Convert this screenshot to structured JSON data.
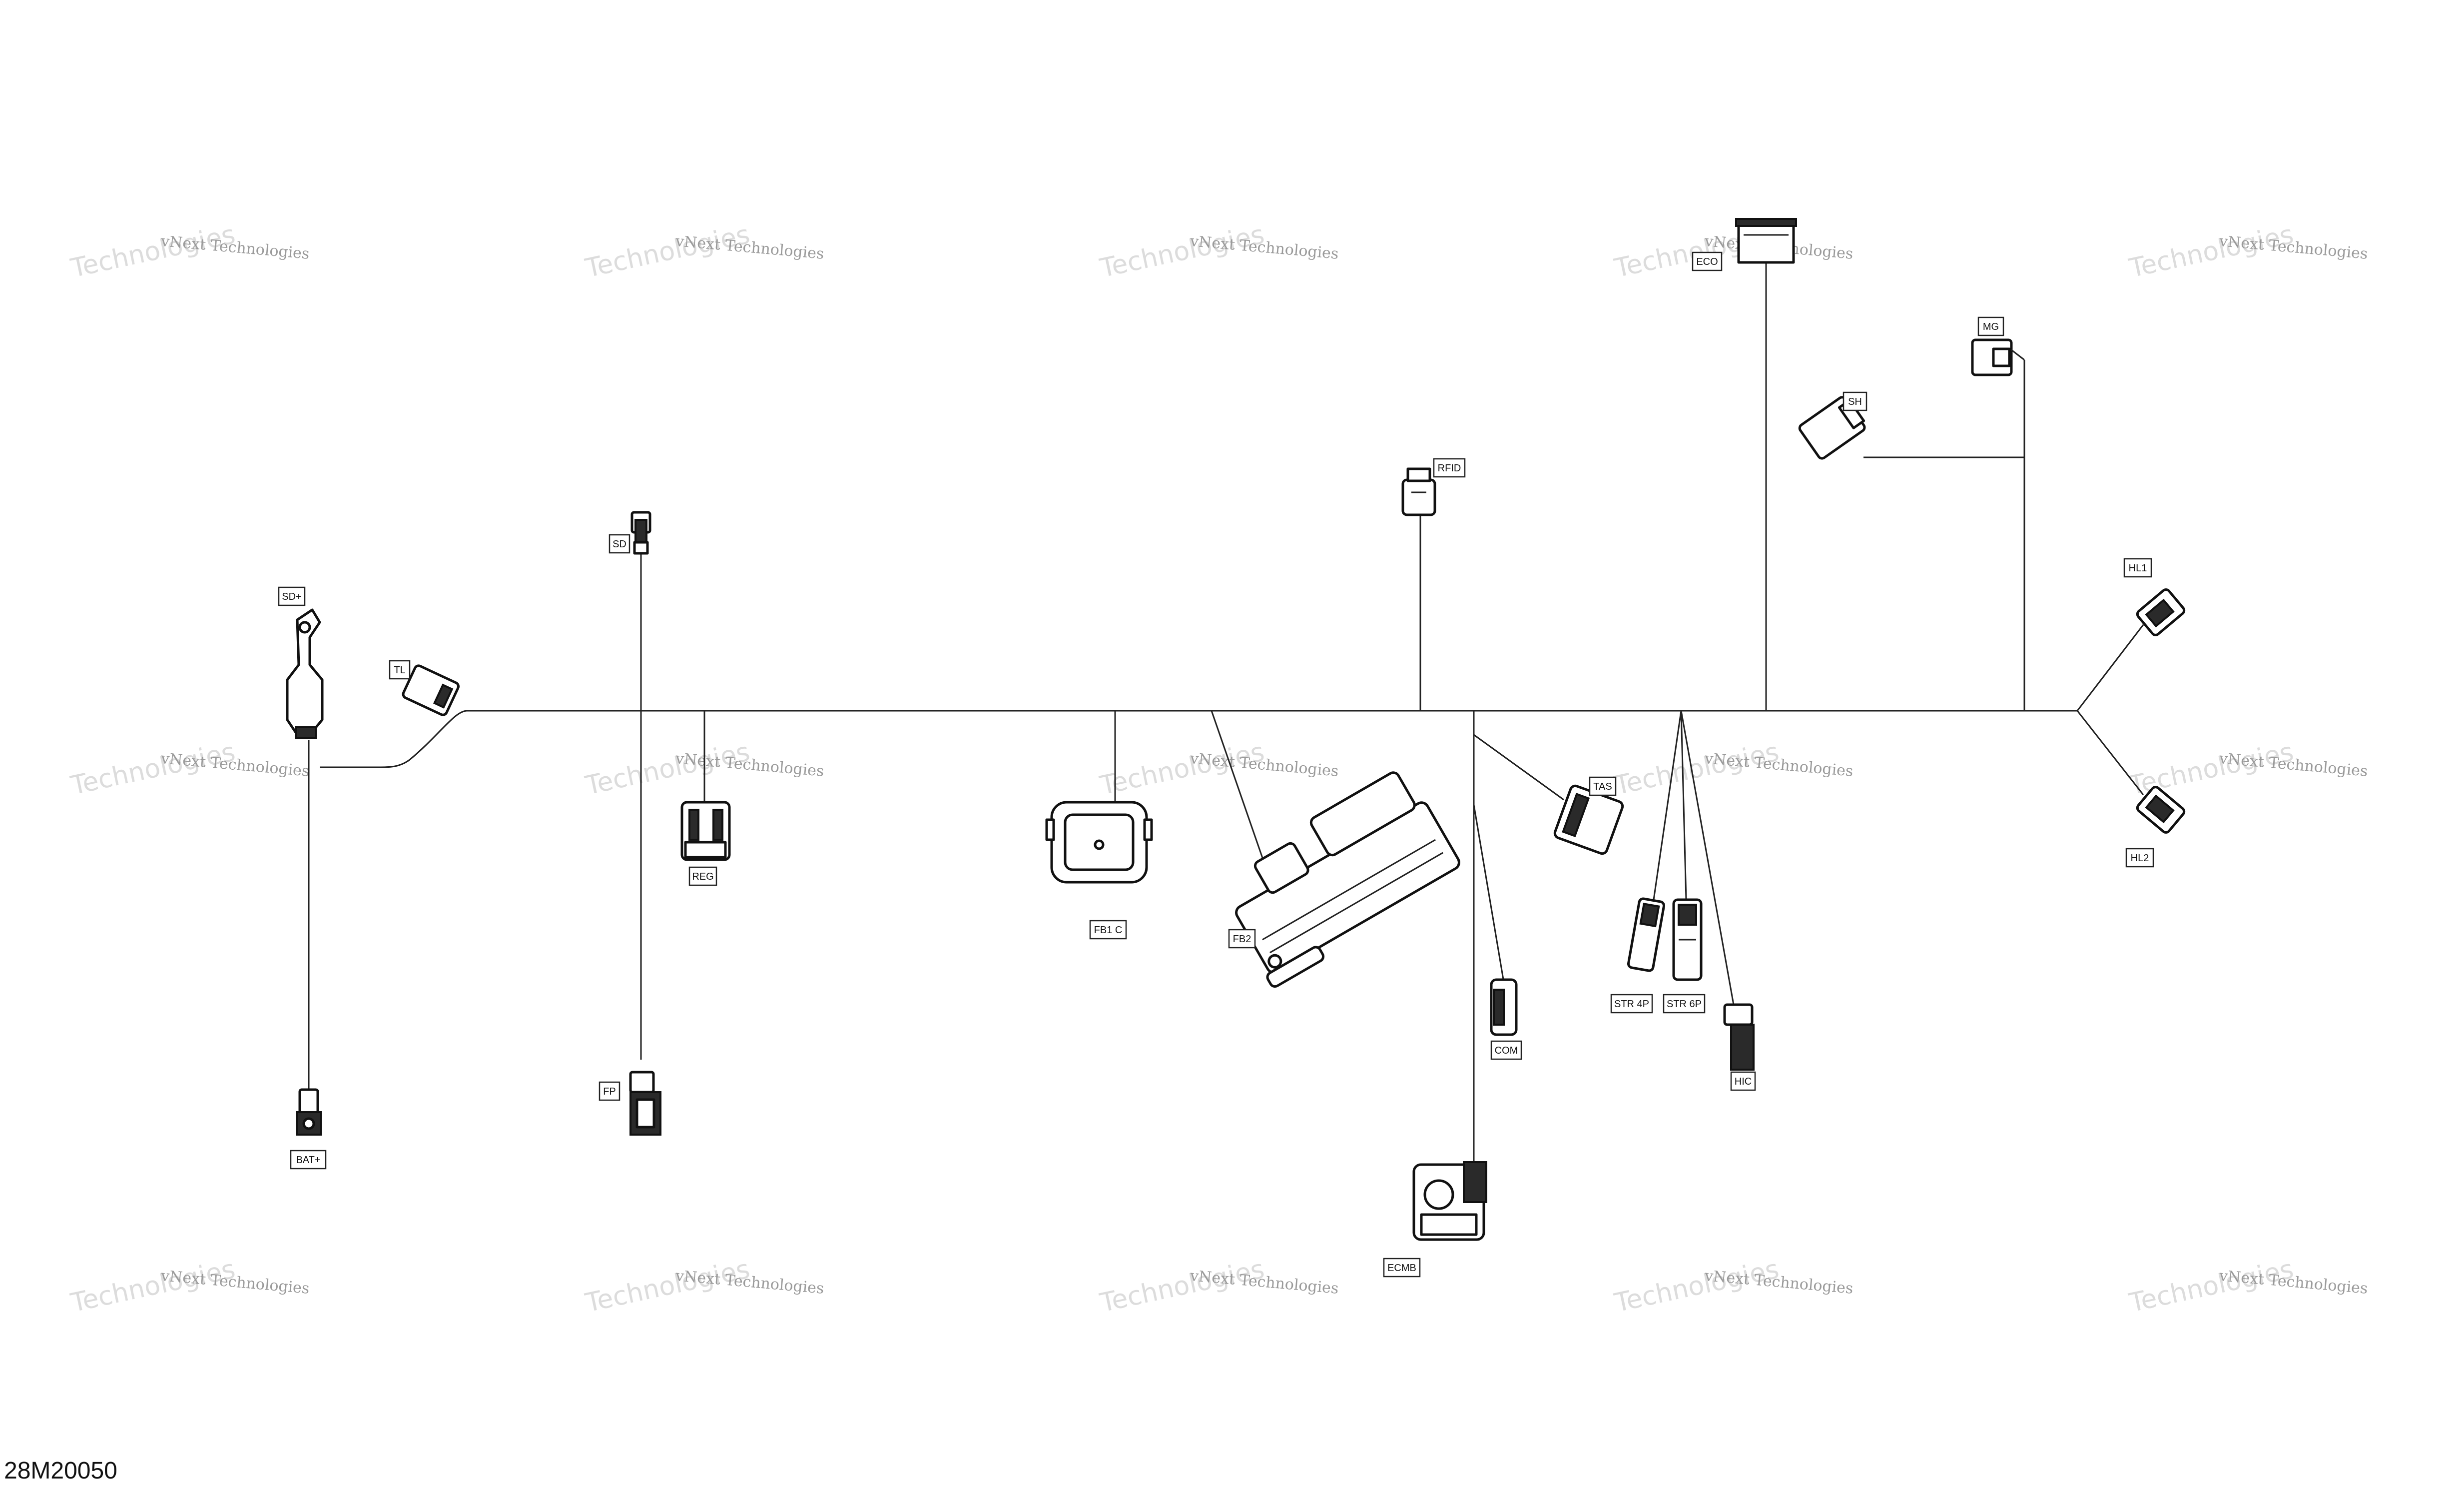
{
  "diagram": {
    "reference": "28M20050",
    "watermark_top": "vNext Technologies",
    "watermark_big": "Technologies",
    "connectors": [
      {
        "id": "ECO",
        "label": "ECO"
      },
      {
        "id": "MG",
        "label": "MG"
      },
      {
        "id": "SH",
        "label": "SH"
      },
      {
        "id": "RFID",
        "label": "RFID"
      },
      {
        "id": "SD",
        "label": "SD"
      },
      {
        "id": "SDPLUS",
        "label": "SD+"
      },
      {
        "id": "TL",
        "label": "TL"
      },
      {
        "id": "HL1",
        "label": "HL1"
      },
      {
        "id": "HL2",
        "label": "HL2"
      },
      {
        "id": "REG",
        "label": "REG"
      },
      {
        "id": "FB1C",
        "label": "FB1 C"
      },
      {
        "id": "FB2",
        "label": "FB2"
      },
      {
        "id": "TAS",
        "label": "TAS"
      },
      {
        "id": "STR4P",
        "label": "STR 4P"
      },
      {
        "id": "STR6P",
        "label": "STR 6P"
      },
      {
        "id": "HIC",
        "label": "HIC"
      },
      {
        "id": "COM",
        "label": "COM"
      },
      {
        "id": "ECMB",
        "label": "ECMB"
      },
      {
        "id": "FP",
        "label": "FP"
      },
      {
        "id": "BATPLUS",
        "label": "BAT+"
      }
    ]
  }
}
